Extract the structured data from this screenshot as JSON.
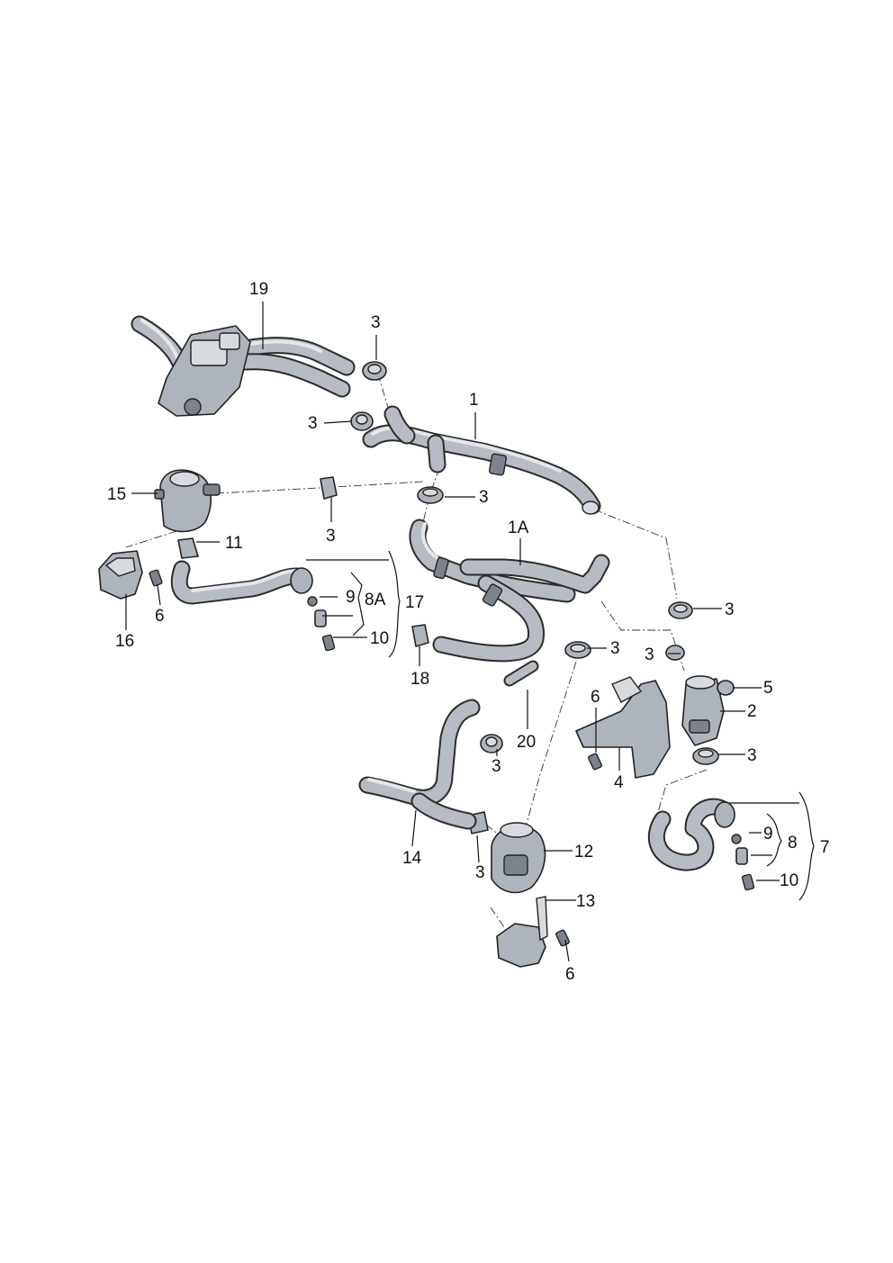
{
  "callouts": {
    "c19": "19",
    "c3_top": "3",
    "c1": "1",
    "c3_left": "3",
    "c15": "15",
    "c3_center": "3",
    "c3_clip": "3",
    "c11": "11",
    "c1A": "1A",
    "c6_left": "6",
    "c16": "16",
    "c9_left": "9",
    "c8A": "8A",
    "c17": "17",
    "c10_left": "10",
    "c18": "18",
    "c3_mid": "3",
    "c3_right_top": "3",
    "c3_right_small": "3",
    "c6_mid": "6",
    "c5": "5",
    "c2": "2",
    "c3_right_low": "3",
    "c20": "20",
    "c3_lower": "3",
    "c4": "4",
    "c9_right": "9",
    "c8": "8",
    "c7": "7",
    "c10_right": "10",
    "c14": "14",
    "c12": "12",
    "c3_bottom": "3",
    "c13": "13",
    "c6_bottom": "6"
  },
  "colors": {
    "part_fill": "#aeb4bc",
    "outline": "#222222",
    "background": "#ffffff"
  }
}
